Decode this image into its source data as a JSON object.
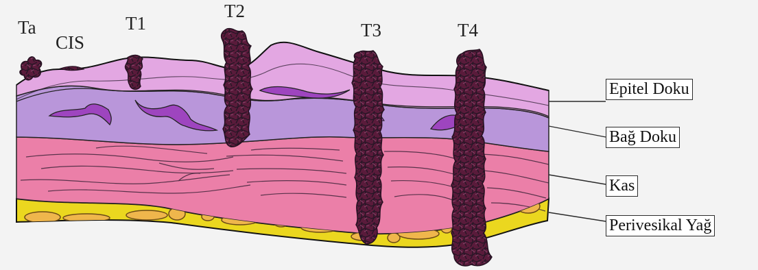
{
  "stage_labels": {
    "ta": "Ta",
    "cis": "CIS",
    "t1": "T1",
    "t2": "T2",
    "t3": "T3",
    "t4": "T4"
  },
  "layer_labels": {
    "epitel": "Epitel Doku",
    "bag": "Bağ Doku",
    "kas": "Kas",
    "yag": "Perivesikal Yağ"
  },
  "colors": {
    "background": "#f3f3f3",
    "epithelium": "#e3a7e2",
    "connective": "#b996da",
    "muscle": "#eb7fa8",
    "fat": "#ebd71f",
    "fat_nodule": "#efb64c",
    "tumor": "#5a1b3b",
    "tumor_edge": "#201220"
  },
  "icons": {
    "tumor_texture": "cracked-tumor-mass",
    "label_connector": "leader-line"
  }
}
